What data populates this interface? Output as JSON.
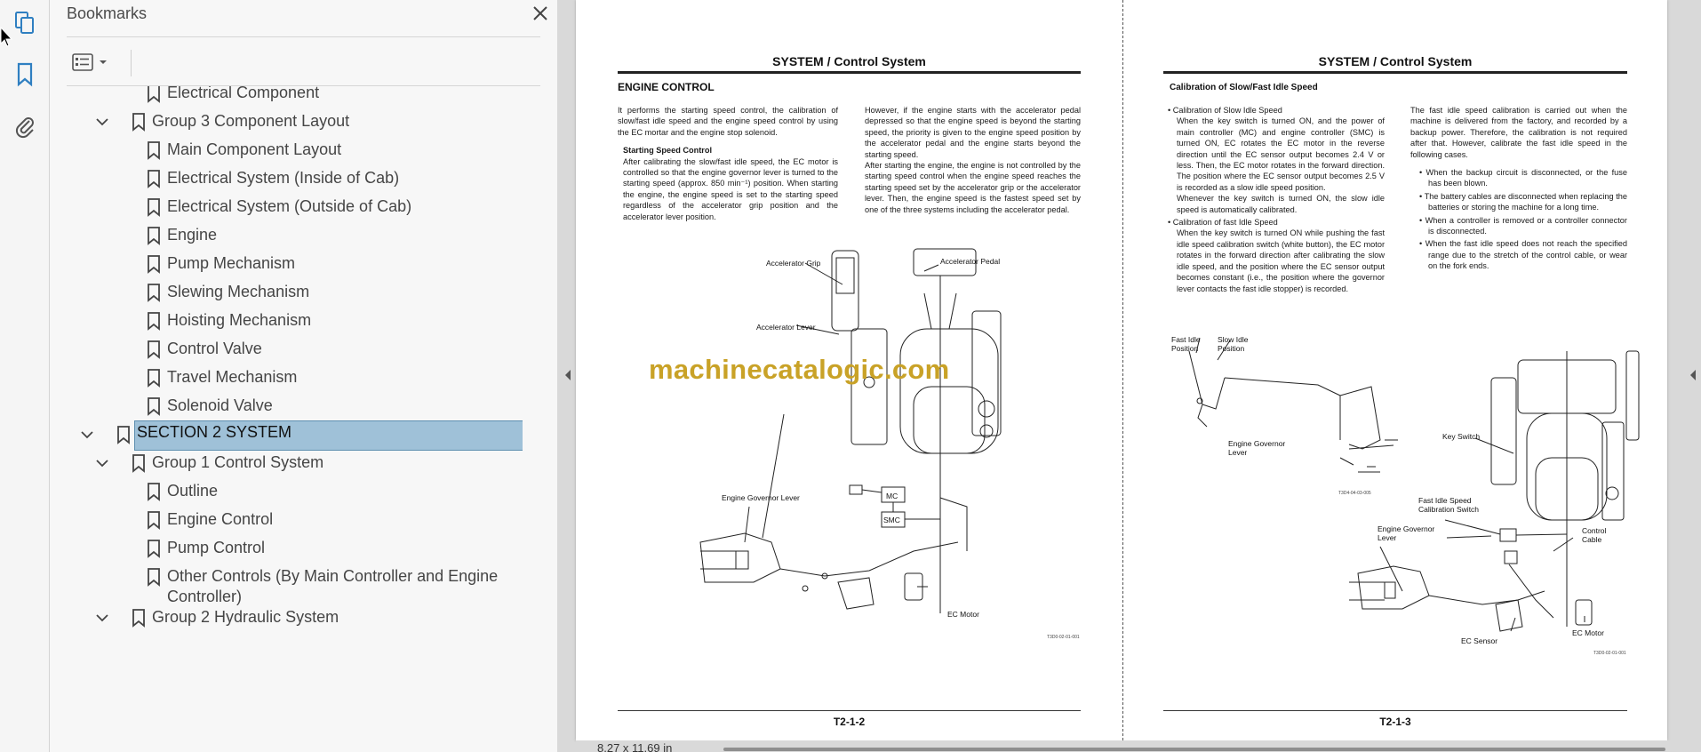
{
  "panel": {
    "title": "Bookmarks",
    "close_icon": "close-icon",
    "view_options_icon": "bookmark-options-icon"
  },
  "rail": {
    "icons": [
      "pages-icon",
      "bookmarks-icon",
      "attachments-icon"
    ]
  },
  "tree": [
    {
      "label": "Electrical Component",
      "level": 2,
      "expandable": false
    },
    {
      "label": "Group 3 Component Layout",
      "level": 1,
      "expandable": true
    },
    {
      "label": "Main Component Layout",
      "level": 2,
      "expandable": false
    },
    {
      "label": "Electrical System (Inside of Cab)",
      "level": 2,
      "expandable": false
    },
    {
      "label": "Electrical System (Outside of Cab)",
      "level": 2,
      "expandable": false
    },
    {
      "label": "Engine",
      "level": 2,
      "expandable": false
    },
    {
      "label": "Pump Mechanism",
      "level": 2,
      "expandable": false
    },
    {
      "label": "Slewing Mechanism",
      "level": 2,
      "expandable": false
    },
    {
      "label": "Hoisting Mechanism",
      "level": 2,
      "expandable": false
    },
    {
      "label": "Control Valve",
      "level": 2,
      "expandable": false
    },
    {
      "label": "Travel Mechanism",
      "level": 2,
      "expandable": false
    },
    {
      "label": "Solenoid Valve",
      "level": 2,
      "expandable": false
    },
    {
      "label": "SECTION 2 SYSTEM",
      "level": 0,
      "expandable": true,
      "selected": true
    },
    {
      "label": "Group 1 Control System",
      "level": 1,
      "expandable": true
    },
    {
      "label": "Outline",
      "level": 2,
      "expandable": false
    },
    {
      "label": "Engine Control",
      "level": 2,
      "expandable": false
    },
    {
      "label": "Pump Control",
      "level": 2,
      "expandable": false
    },
    {
      "label": "Other Controls (By Main Controller and Engine Controller)",
      "level": 2,
      "expandable": false,
      "wrap": true
    },
    {
      "label": "Group 2 Hydraulic System",
      "level": 1,
      "expandable": true
    }
  ],
  "doc": {
    "watermark": "machinecatalogic.com",
    "page_size": "8.27 x 11.69 in",
    "left": {
      "header": "SYSTEM / Control System",
      "section": "ENGINE CONTROL",
      "col1_intro": "It performs the starting speed control, the calibration of slow/fast idle speed and the engine speed control by using the EC mortar and the engine stop solenoid.",
      "col1_sub": "Starting Speed Control",
      "col1_body": "After calibrating the slow/fast idle speed, the EC motor is controlled so that the engine governor lever is turned to the starting speed (approx. 850 min⁻¹) position. When starting the engine, the engine speed is set to the starting speed regardless of the accelerator grip position and the accelerator lever position.",
      "col2_p1": "However, if the engine starts with the accelerator pedal depressed so that the engine speed is beyond the starting speed, the priority is given to the engine speed position by the accelerator pedal and the engine starts beyond the starting speed.",
      "col2_p2": "After starting the engine, the engine is not controlled by the starting speed control when the engine speed reaches the starting speed set by the accelerator grip or the accelerator lever. Then, the engine speed is the fastest speed set by one of the three systems including the accelerator pedal.",
      "callouts": {
        "accel_grip": "Accelerator Grip",
        "accel_pedal": "Accelerator Pedal",
        "accel_lever": "Accelerator Lever",
        "gov_lever": "Engine Governor Lever",
        "mc": "MC",
        "smc": "SMC",
        "ec_motor": "EC Motor"
      },
      "fig_code": "T3D0-02-01-001",
      "page_num": "T2-1-2"
    },
    "right": {
      "header": "SYSTEM / Control System",
      "section": "Calibration of Slow/Fast Idle Speed",
      "b1_title": "Calibration of Slow Idle Speed",
      "b1_body": "When the key switch is turned ON, and the power of main controller (MC) and engine controller (SMC) is turned ON, EC rotates the EC motor in the reverse direction until the EC sensor output becomes 2.4 V or less. Then, the EC motor rotates in the forward direction. The position where the EC sensor output becomes 2.5 V is recorded as a slow idle speed position.",
      "b1_body2": "Whenever the key switch is turned ON, the slow idle speed is automatically calibrated.",
      "b2_title": "Calibration of fast Idle Speed",
      "b2_body": "When the key switch is turned ON while pushing the fast idle speed calibration switch (white button), the EC motor rotates in the forward direction after calibrating the slow idle speed, and the position where the EC sensor output becomes constant (i.e., the position where the governor lever contacts the fast idle stopper) is recorded.",
      "col2_intro": "The fast idle speed calibration is carried out when the machine is delivered from the factory, and recorded by a backup power. Therefore, the calibration is not required after that. However, calibrate the fast idle speed in the following cases.",
      "cases": [
        "When the backup circuit is disconnected, or the fuse has been blown.",
        "The battery cables are disconnected when replacing the batteries or storing the machine for a long time.",
        "When a controller is removed or a controller connector is disconnected.",
        "When the fast idle speed does not reach the specified range due to the stretch of the control cable, or wear on the fork ends."
      ],
      "callouts": {
        "fast_idle": "Fast Idle\nPosition",
        "slow_idle": "Slow Idle\nPosition",
        "gov_lever_a": "Engine Governor\nLever",
        "key_switch": "Key Switch",
        "fast_idle_switch": "Fast Idle Speed\nCalibration Switch",
        "gov_lever_b": "Engine Governor\nLever",
        "control_cable": "Control\nCable",
        "ec_sensor": "EC Sensor",
        "ec_motor": "EC Motor"
      },
      "fig_code_a": "T3D4-04-03-005",
      "fig_code_b": "T3D0-02-01-001",
      "page_num": "T2-1-3"
    }
  }
}
